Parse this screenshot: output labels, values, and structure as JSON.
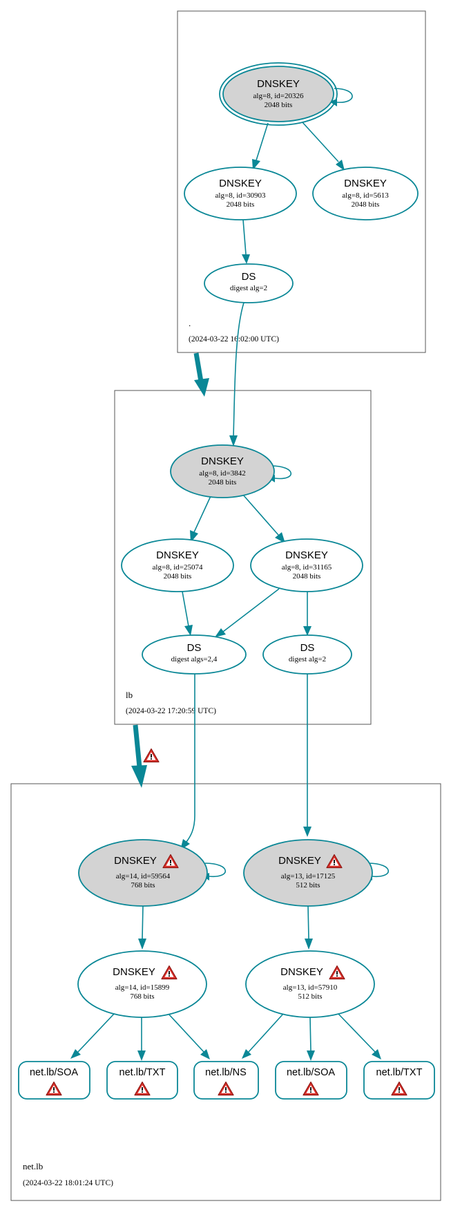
{
  "colors": {
    "edge": "#0a8796",
    "node_fill_sep": "#d3d3d3",
    "node_fill_default": "#ffffff",
    "warning": "#d9302a"
  },
  "zones": [
    {
      "id": "root",
      "name": ".",
      "timestamp": "(2024-03-22 16:02:00 UTC)"
    },
    {
      "id": "lb",
      "name": "lb",
      "timestamp": "(2024-03-22 17:20:59 UTC)"
    },
    {
      "id": "netlb",
      "name": "net.lb",
      "timestamp": "(2024-03-22 18:01:24 UTC)"
    }
  ],
  "nodes": {
    "root_ksk": {
      "title": "DNSKEY",
      "detail": "alg=8, id=20326",
      "size": "2048 bits"
    },
    "root_zsk1": {
      "title": "DNSKEY",
      "detail": "alg=8, id=30903",
      "size": "2048 bits"
    },
    "root_zsk2": {
      "title": "DNSKEY",
      "detail": "alg=8, id=5613",
      "size": "2048 bits"
    },
    "root_ds": {
      "title": "DS",
      "detail": "digest alg=2"
    },
    "lb_ksk": {
      "title": "DNSKEY",
      "detail": "alg=8, id=3842",
      "size": "2048 bits"
    },
    "lb_zsk1": {
      "title": "DNSKEY",
      "detail": "alg=8, id=25074",
      "size": "2048 bits"
    },
    "lb_zsk2": {
      "title": "DNSKEY",
      "detail": "alg=8, id=31165",
      "size": "2048 bits"
    },
    "lb_ds1": {
      "title": "DS",
      "detail": "digest algs=2,4"
    },
    "lb_ds2": {
      "title": "DS",
      "detail": "digest alg=2"
    },
    "net_ksk1": {
      "title": "DNSKEY",
      "detail": "alg=14, id=59564",
      "size": "768 bits"
    },
    "net_ksk2": {
      "title": "DNSKEY",
      "detail": "alg=13, id=17125",
      "size": "512 bits"
    },
    "net_zsk1": {
      "title": "DNSKEY",
      "detail": "alg=14, id=15899",
      "size": "768 bits"
    },
    "net_zsk2": {
      "title": "DNSKEY",
      "detail": "alg=13, id=57910",
      "size": "512 bits"
    }
  },
  "rrsets": {
    "soa1": "net.lb/SOA",
    "txt1": "net.lb/TXT",
    "ns": "net.lb/NS",
    "soa2": "net.lb/SOA",
    "txt2": "net.lb/TXT"
  }
}
